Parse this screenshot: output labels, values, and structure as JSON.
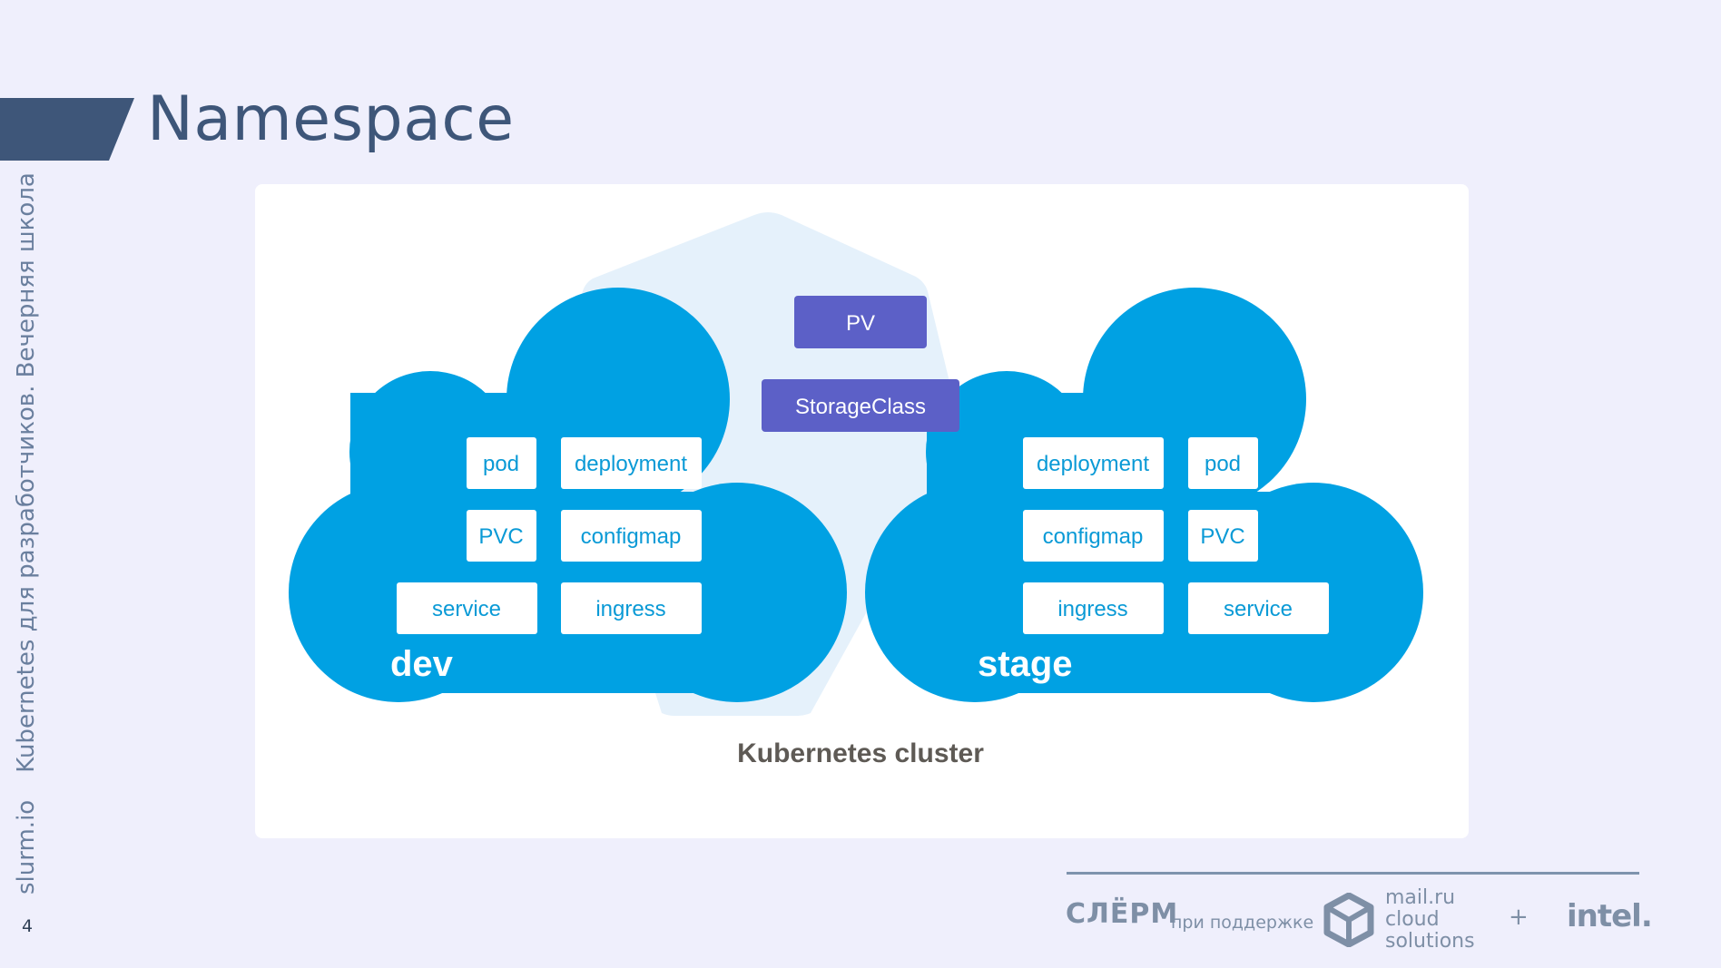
{
  "slide": {
    "title": "Namespace",
    "side_brand": "slurm.io",
    "side_caption": "Kubernetes для разработчиков. Вечерняя школа",
    "page_number": "4"
  },
  "diagram": {
    "cluster_label": "Kubernetes cluster",
    "shared_resources": [
      "PV",
      "StorageClass"
    ],
    "namespaces": [
      {
        "name": "dev",
        "resources": [
          "pod",
          "deployment",
          "PVC",
          "configmap",
          "service",
          "ingress"
        ]
      },
      {
        "name": "stage",
        "resources": [
          "deployment",
          "pod",
          "configmap",
          "PVC",
          "ingress",
          "service"
        ]
      }
    ]
  },
  "footer": {
    "slurm_logo": "СЛЁРМ",
    "support_text": "при поддержке",
    "mailru_line1": "mail.ru",
    "mailru_line2": "cloud",
    "mailru_line3": "solutions",
    "plus": "+",
    "intel": "intel."
  },
  "colors": {
    "background": "#efeffc",
    "accent": "#3e5679",
    "cloud": "#00a1e3",
    "hexagon": "#e5f1fb",
    "shared_box": "#5c60c7",
    "resource_text": "#0a9ad6"
  }
}
